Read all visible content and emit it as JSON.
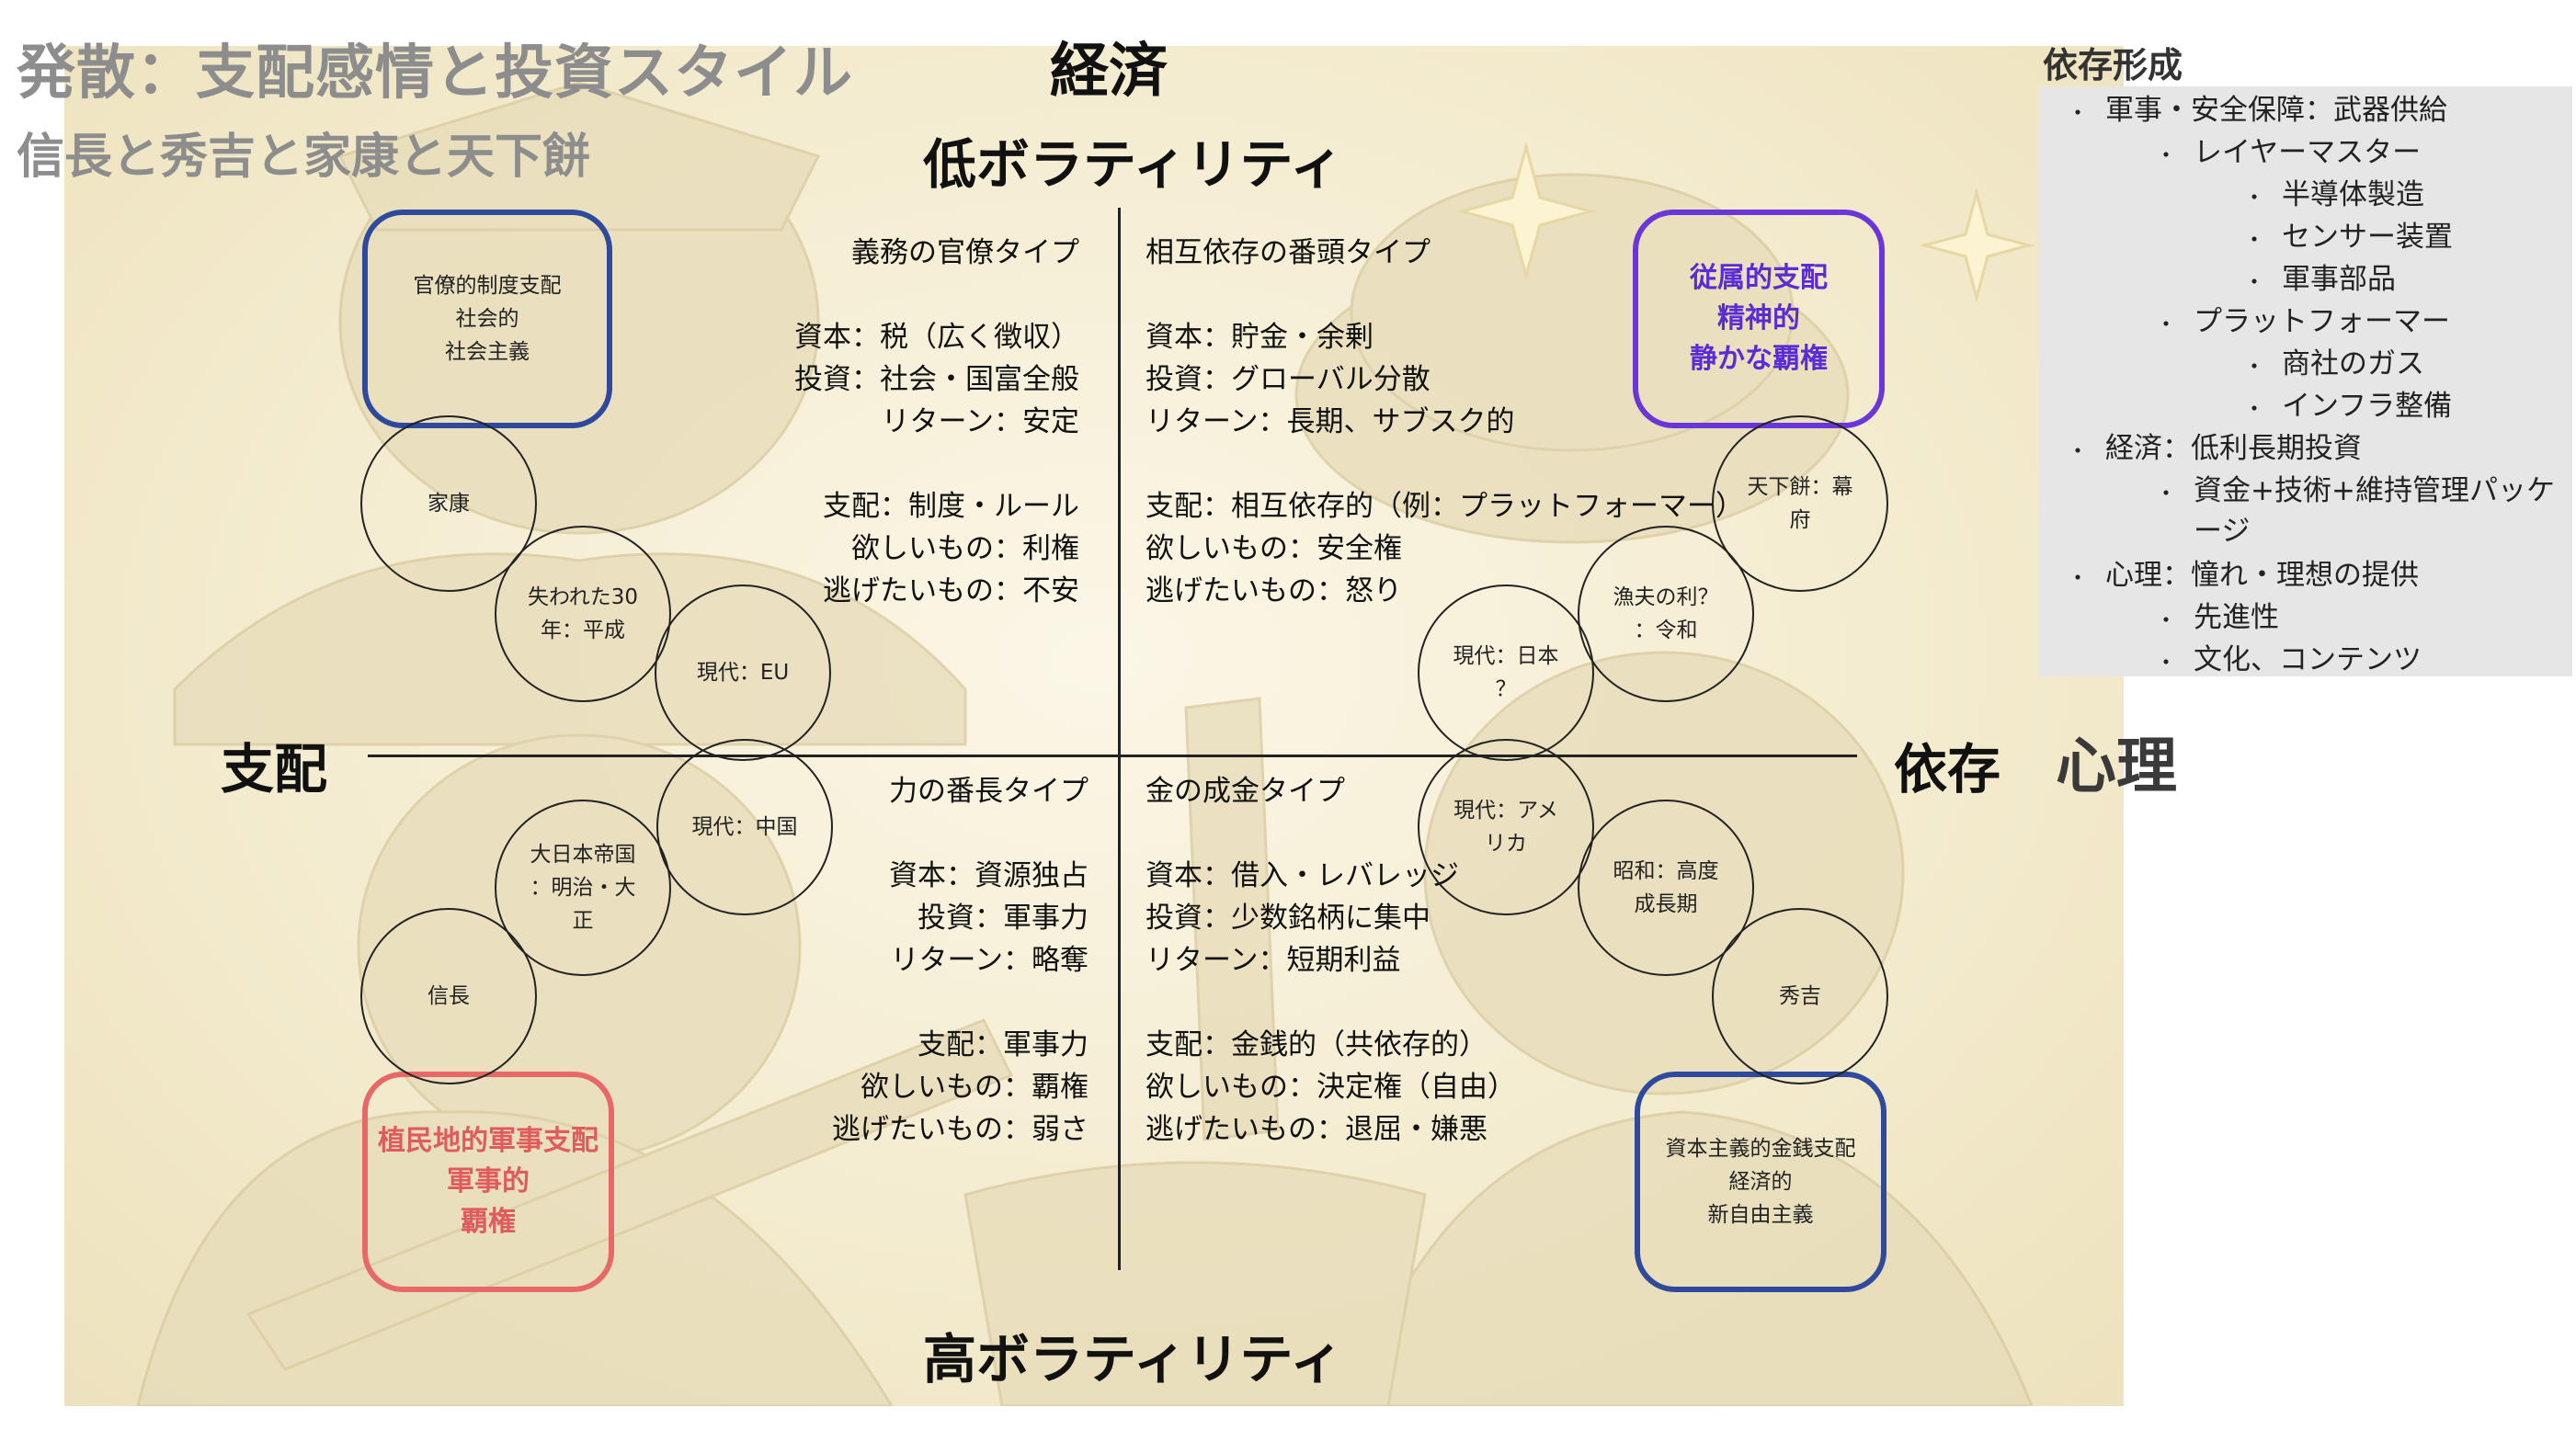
{
  "title": {
    "main": "発散：支配感情と投資スタイル",
    "sub": "信長と秀吉と家康と天下餅"
  },
  "axes": {
    "economy": "経済",
    "psychology": "心理",
    "low_volatility": "低ボラティリティ",
    "high_volatility": "高ボラティリティ",
    "domination": "支配",
    "dependence": "依存"
  },
  "quadrants": {
    "top_left": {
      "type": "義務の官僚タイプ",
      "capital": "資本：税（広く徴収）",
      "investment": "投資：社会・国富全般",
      "return": "リターン：安定",
      "control": "支配：制度・ルール",
      "want": "欲しいもの：利権",
      "escape": "逃げたいもの：不安"
    },
    "top_right": {
      "type": "相互依存の番頭タイプ",
      "capital": "資本：貯金・余剰",
      "investment": "投資：グローバル分散",
      "return": "リターン：長期、サブスク的",
      "control": "支配：相互依存的（例：プラットフォーマー）",
      "want": "欲しいもの：安全権",
      "escape": "逃げたいもの：怒り"
    },
    "bottom_left": {
      "type": "力の番長タイプ",
      "capital": "資本：資源独占",
      "investment": "投資：軍事力",
      "return": "リターン：略奪",
      "control": "支配：軍事力",
      "want": "欲しいもの：覇権",
      "escape": "逃げたいもの：弱さ"
    },
    "bottom_right": {
      "type": "金の成金タイプ",
      "capital": "資本：借入・レバレッジ",
      "investment": "投資：少数銘柄に集中",
      "return": "リターン：短期利益",
      "control": "支配：金銭的（共依存的）",
      "want": "欲しいもの：決定権（自由）",
      "escape": "逃げたいもの：退屈・嫌悪"
    }
  },
  "boxes": {
    "top_left": "官僚的制度支配\n社会的\n社会主義",
    "top_right": "従属的支配\n精神的\n静かな覇権",
    "bottom_left": "植民地的軍事支配\n軍事的\n覇権",
    "bottom_right": "資本主義的金銭支配\n経済的\n新自由主義"
  },
  "circles": {
    "ieyasu": "家康",
    "lost30": "失われた30\n年：平成",
    "eu": "現代：EU",
    "china": "現代：中国",
    "empire": "大日本帝国\n：明治・大\n正",
    "nobunaga": "信長",
    "tenka": "天下餅：幕\n府",
    "gyofu": "漁夫の利？\n：令和",
    "japan": "現代：日本\n？",
    "america": "現代：アメ\nリカ",
    "showa": "昭和：高度\n成長期",
    "hideyoshi": "秀吉"
  },
  "panel": {
    "title": "依存形成",
    "bullet": "・",
    "items": [
      "軍事・安全保障：武器供給",
      "レイヤーマスター",
      "半導体製造",
      "センサー装置",
      "軍事部品",
      "プラットフォーマー",
      "商社のガス",
      "インフラ整備",
      "経済：低利長期投資",
      "資金+技術+維持管理パッケ",
      "ージ",
      "心理：憧れ・理想の提供",
      "先進性",
      "文化、コンテンツ"
    ]
  }
}
